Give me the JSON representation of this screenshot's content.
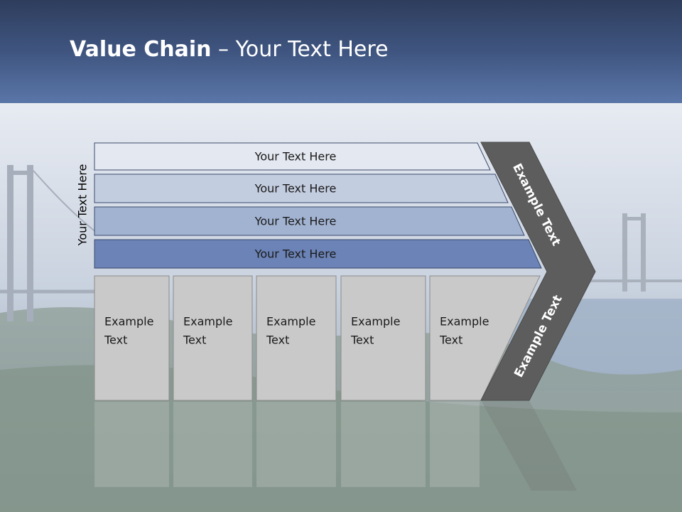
{
  "slide": {
    "title_bold": "Value Chain",
    "title_rest": " – Your Text Here",
    "side_label": "Your Text Here"
  },
  "bars": [
    {
      "label": "Your Text Here",
      "fill": "#e4e8f0"
    },
    {
      "label": "Your Text Here",
      "fill": "#c3cde0"
    },
    {
      "label": "Your Text Here",
      "fill": "#a2b3d2"
    },
    {
      "label": "Your Text Here",
      "fill": "#6b83b6"
    }
  ],
  "boxes": [
    {
      "line1": "Example",
      "line2": "Text"
    },
    {
      "line1": "Example",
      "line2": "Text"
    },
    {
      "line1": "Example",
      "line2": "Text"
    },
    {
      "line1": "Example",
      "line2": "Text"
    },
    {
      "line1": "Example",
      "line2": "Text"
    }
  ],
  "arrow": {
    "upper_label": "Example Text",
    "lower_label": "Example Text",
    "fill": "#5d5d5d"
  },
  "colors": {
    "box_fill": "#c9c9c9",
    "box_stroke": "#8c8c8c",
    "bar_stroke": "#3b4a6b",
    "header": "#3f5580"
  }
}
